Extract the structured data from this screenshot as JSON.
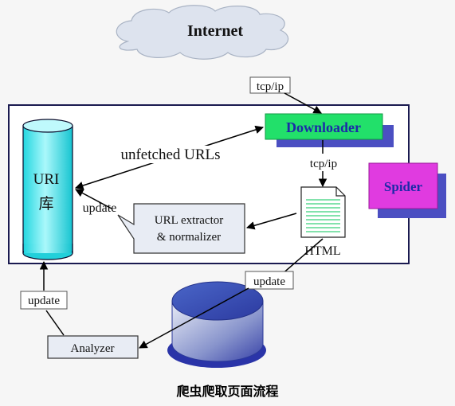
{
  "diagram": {
    "cloud": {
      "label": "Internet"
    },
    "downloader": {
      "label": "Downloader"
    },
    "spider": {
      "label": "Spider"
    },
    "uri_store": {
      "line1": "URI",
      "line2": "库"
    },
    "url_extractor": {
      "line1": "URL extractor",
      "line2": "& normalizer"
    },
    "html_doc": {
      "label": "HTML"
    },
    "analyzer": {
      "label": "Analyzer"
    },
    "edges": {
      "tcpip_top": "tcp/ip",
      "tcpip_mid": "tcp/ip",
      "unfetched": "unfetched URLs",
      "update_uri": "update",
      "update_left": "update",
      "update_db": "update"
    }
  },
  "caption": "爬虫爬取页面流程",
  "colors": {
    "downloader": "#22e06a",
    "downloader_shadow": "#4b4fc2",
    "spider": "#e03be0",
    "spider_shadow": "#4b4fc2",
    "cylinder": "#3fe9f0",
    "panel_border": "#1a1a50"
  }
}
